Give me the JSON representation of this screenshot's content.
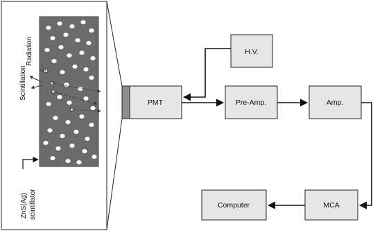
{
  "diagram": {
    "blocks": {
      "hv": "H.V.",
      "pmt": "PMT",
      "preamp": "Pre-Amp.",
      "amp": "Amp.",
      "mca": "MCA",
      "computer": "Computer"
    },
    "labels": {
      "radiation": "Radiation",
      "scintillation": "Scintillation",
      "zns_line1": "ZnS(Ag)",
      "zns_line2": "scintillator"
    },
    "colors": {
      "block_fill": "#e6e6e6",
      "scintillator_fill": "#6b6b6b",
      "line": "#111111"
    }
  }
}
